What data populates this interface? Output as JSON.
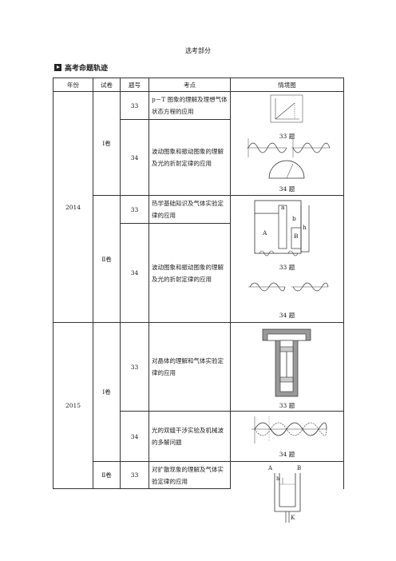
{
  "page": {
    "title": "选考部分"
  },
  "section": {
    "title": "高考命题轨迹"
  },
  "table": {
    "headers": [
      "年份",
      "试卷",
      "题号",
      "考点",
      "情境图"
    ],
    "rows": [
      {
        "year": "2014",
        "paper": "Ⅰ卷",
        "num": "33",
        "topic": "p－T 图象的理解及理想气体状态方程的应用"
      },
      {
        "num": "34",
        "topic": "波动图象和振动图象的理解及光的折射定律的应用"
      },
      {
        "paper": "Ⅱ卷",
        "num": "33",
        "topic": "热学基础知识及气体实验定律的应用"
      },
      {
        "num": "34",
        "topic": "波动图象和振动图象的理解及光的折射定律的应用"
      },
      {
        "year": "2015",
        "paper": "Ⅰ卷",
        "num": "33",
        "topic": "对晶体的理解和气体实验定律的应用"
      },
      {
        "num": "34",
        "topic": "光的双缝干涉实验及机械波的多解问题"
      },
      {
        "paper": "Ⅱ卷",
        "num": "33",
        "topic": "对扩散现象的理解及气体实验定律的应用"
      }
    ]
  },
  "captions": {
    "c2014_1_33": "33 题",
    "c2014_1_34": "34 题",
    "c2014_2_33": "33 题",
    "c2014_2_34": "34 题",
    "c2015_1_33": "33 题",
    "c2015_1_34": "34 题"
  },
  "figure_labels": {
    "fa": "a",
    "fb": "b",
    "fA": "A",
    "fB": "B",
    "fh": "h",
    "fK": "K",
    "fAA": "A",
    "fBB": "B",
    "fhh": "h"
  }
}
